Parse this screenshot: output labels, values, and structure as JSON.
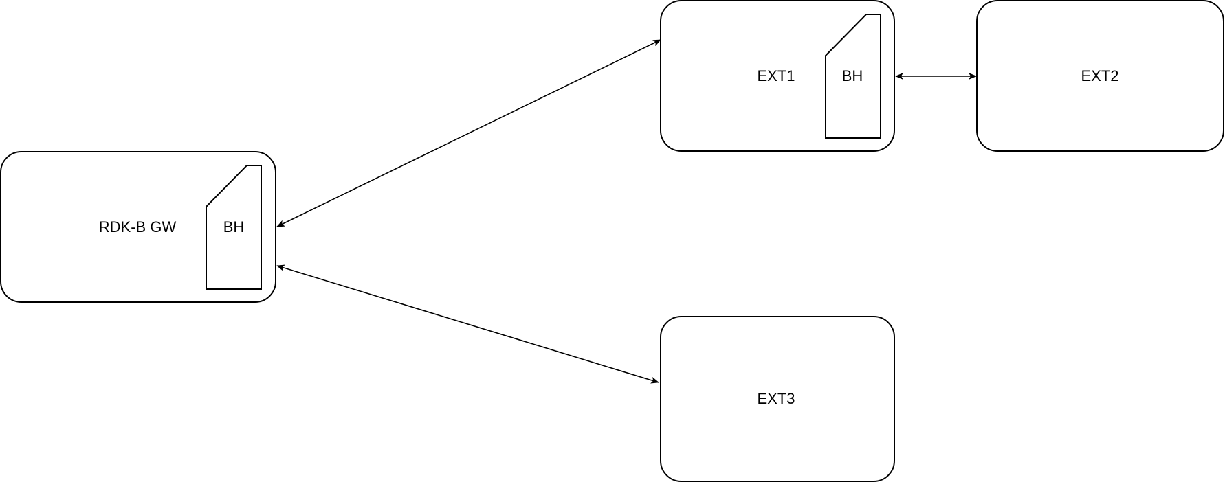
{
  "nodes": {
    "gateway": {
      "label": "RDK-B GW",
      "backhaul_label": "BH"
    },
    "ext1": {
      "label": "EXT1",
      "backhaul_label": "BH"
    },
    "ext2": {
      "label": "EXT2"
    },
    "ext3": {
      "label": "EXT3"
    }
  },
  "links": [
    {
      "from": "gateway",
      "to": "ext1",
      "direction": "bidirectional"
    },
    {
      "from": "ext1",
      "to": "ext2",
      "direction": "bidirectional"
    },
    {
      "from": "gateway",
      "to": "ext3",
      "direction": "bidirectional"
    }
  ],
  "colors": {
    "stroke": "#000000",
    "fill": "#ffffff"
  }
}
